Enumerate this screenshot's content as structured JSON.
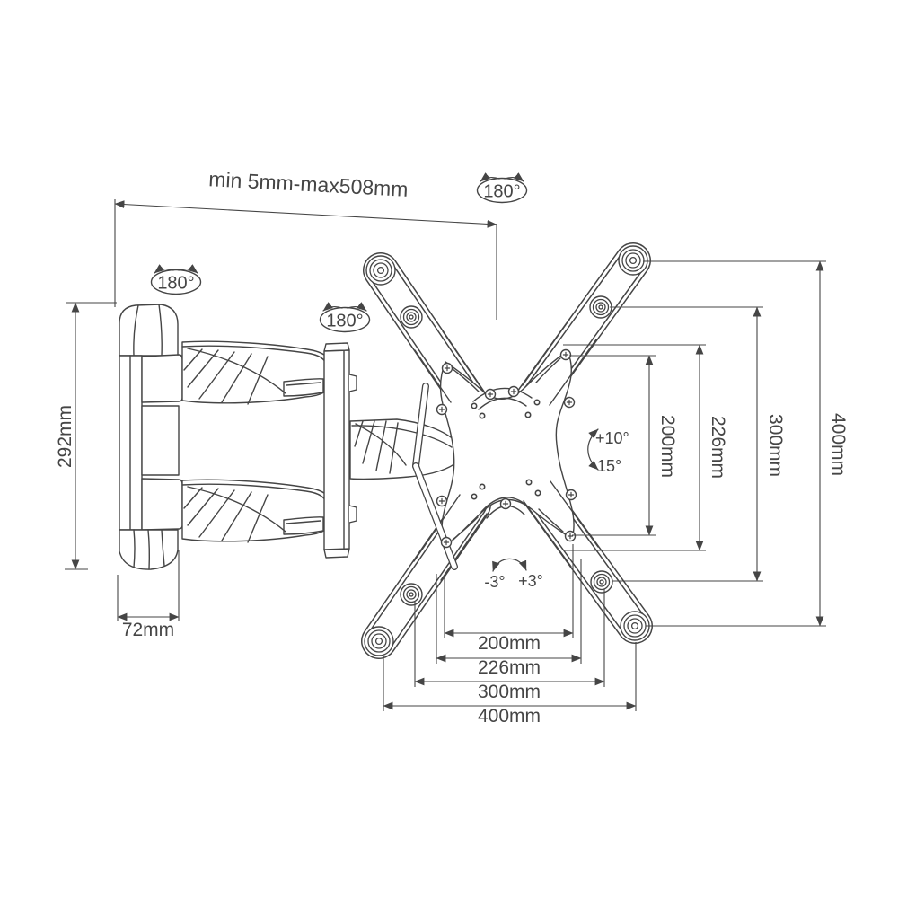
{
  "colors": {
    "line": "#454545",
    "background": "#ffffff"
  },
  "dimensions": {
    "extension_range": "min 5mm-max508mm",
    "wall_plate_height": "292mm",
    "wall_plate_width": "72mm",
    "vesa_vertical": [
      "200mm",
      "226mm",
      "300mm",
      "400mm"
    ],
    "vesa_horizontal": [
      "200mm",
      "226mm",
      "300mm",
      "400mm"
    ]
  },
  "angles": {
    "swivel_badges": [
      "180°",
      "180°",
      "180°"
    ],
    "tilt_up": "+10°",
    "tilt_down": "-15°",
    "level_left": "-3°",
    "level_right": "+3°"
  }
}
